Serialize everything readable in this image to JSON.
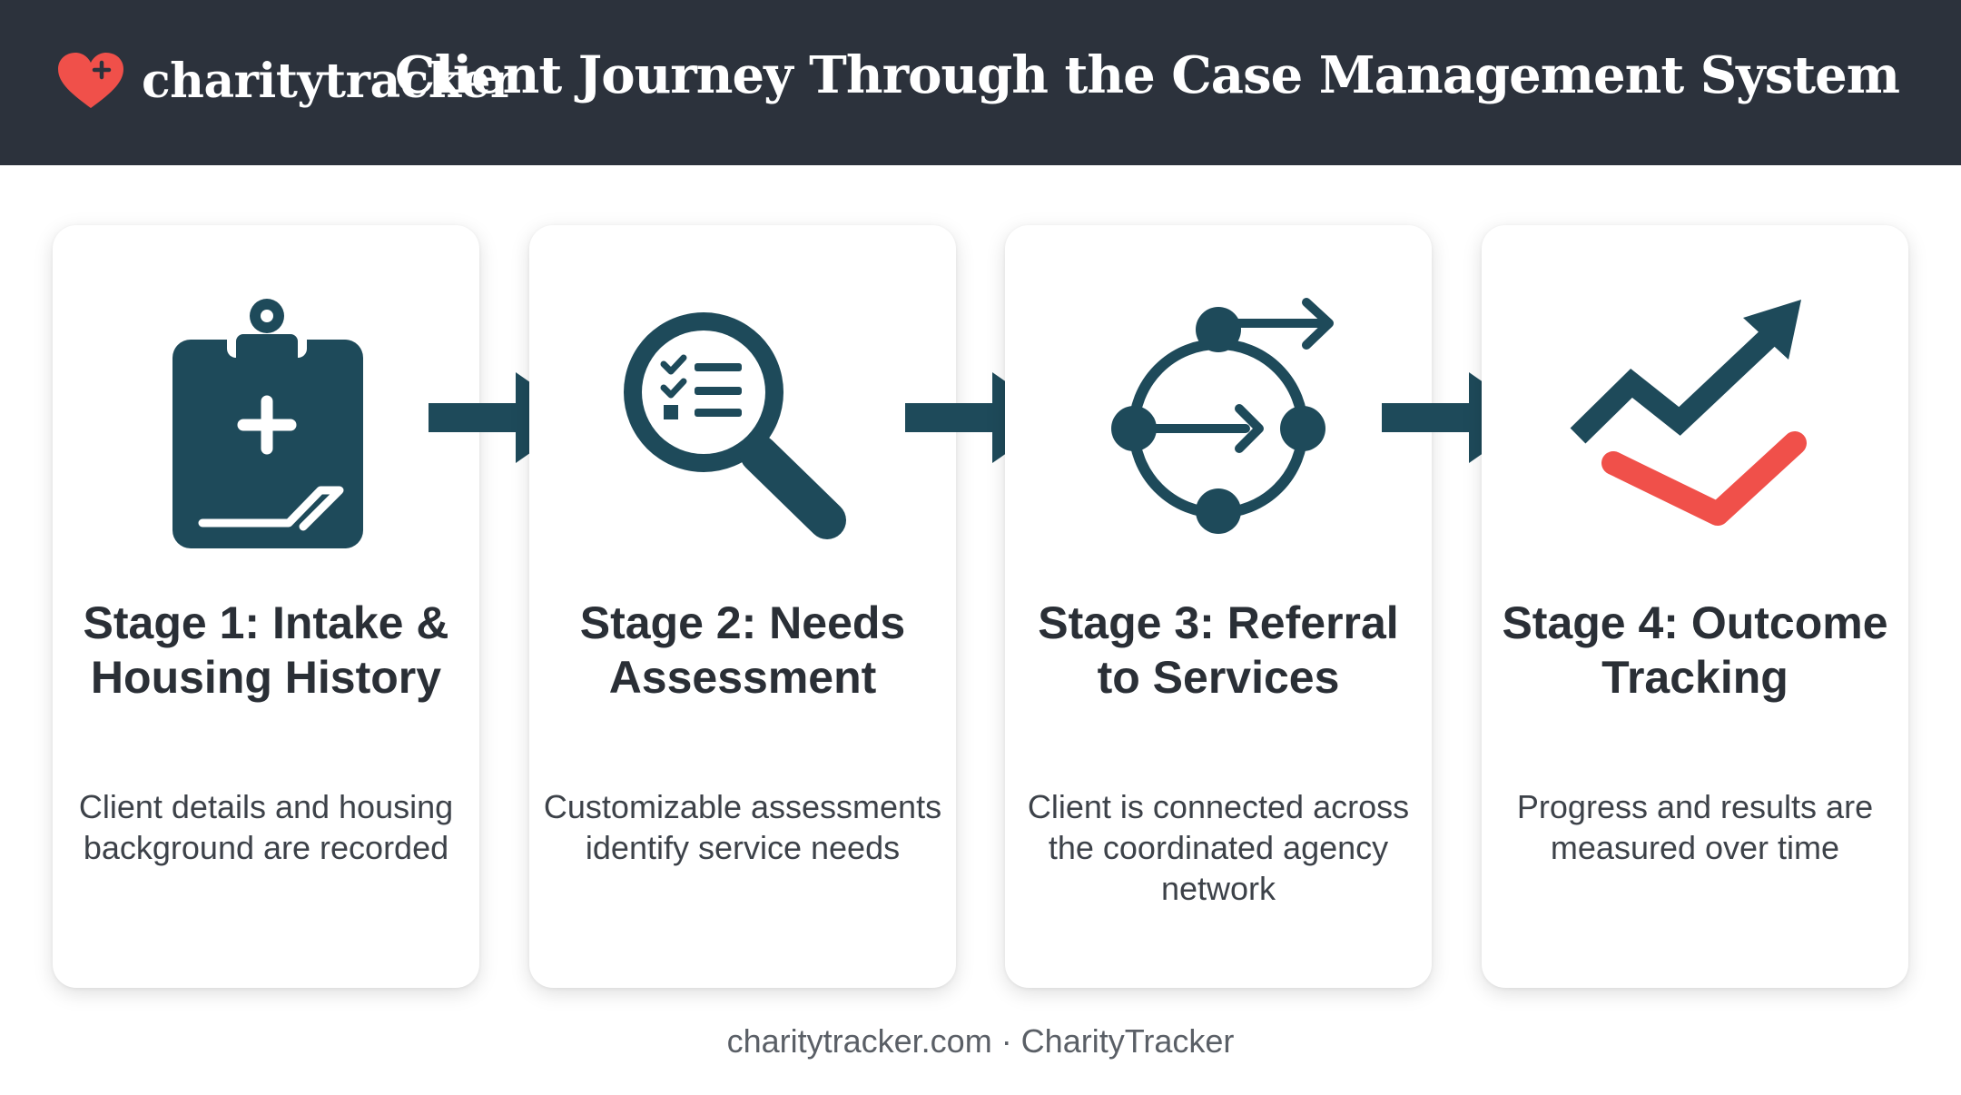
{
  "header": {
    "brand_name": "charitytracker",
    "title": "Client Journey Through the Case Management System",
    "brand_icon": "heart-plus-icon"
  },
  "stages": [
    {
      "title": "Stage 1: Intake & Housing History",
      "description": "Client details and housing background are recorded",
      "icon": "clipboard-plus-icon"
    },
    {
      "title": "Stage 2: Needs Assessment",
      "description": "Customizable assessments identify service needs",
      "icon": "magnifier-checklist-icon"
    },
    {
      "title": "Stage 3: Referral to Services",
      "description": "Client is connected across the coordinated agency network",
      "icon": "network-referral-icon"
    },
    {
      "title": "Stage 4: Outcome Tracking",
      "description": "Progress and results are measured over time",
      "icon": "trend-check-icon"
    }
  ],
  "footer": {
    "text": "charitytracker.com · CharityTracker"
  },
  "colors": {
    "header_bg": "#2c323c",
    "icon": "#1e4a5a",
    "accent": "#f0504a",
    "card_bg": "#ffffff",
    "text_dark": "#2a2f36"
  }
}
